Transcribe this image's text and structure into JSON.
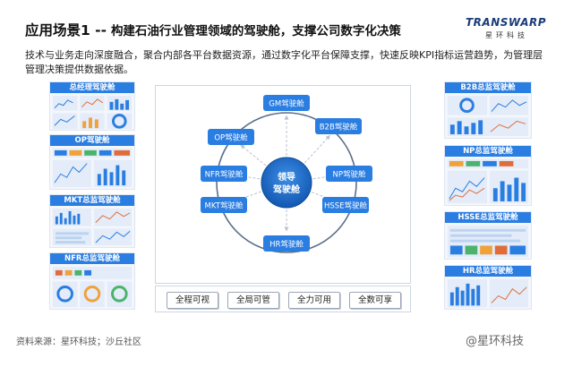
{
  "header": {
    "title_main": "应用场景1 --",
    "title_sub": "构建石油行业管理领域的驾驶舱，支撑公司数字化决策"
  },
  "logo": {
    "word": "TRANSWARP",
    "cn": "星环科技"
  },
  "description": "技术与业务走向深度融合，聚合内部各平台数据资源，通过数字化平台保障支撑，快速反映KPI指标运营趋势，为管理层管理决策提供数据依据。",
  "left_panels": [
    {
      "title": "总经理驾驶舱"
    },
    {
      "title": "OP驾驶舱"
    },
    {
      "title": "MKT总监驾驶舱"
    },
    {
      "title": "NFR总监驾驶舱"
    }
  ],
  "right_panels": [
    {
      "title": "B2B总监驾驶舱"
    },
    {
      "title": "NP总监驾驶舱"
    },
    {
      "title": "HSSE总监驾驶舱"
    },
    {
      "title": "HR总监驾驶舱"
    }
  ],
  "hub": {
    "label_line1": "领导",
    "label_line2": "驾驶舱"
  },
  "nodes": [
    "GM驾驶舱",
    "B2B驾驶舱",
    "NP驾驶舱",
    "HSSE驾驶舱",
    "HR驾驶舱",
    "MKT驾驶舱",
    "NFR驾驶舱",
    "OP驾驶舱"
  ],
  "pillars": [
    "全程可视",
    "全局可管",
    "全力可用",
    "全数可享"
  ],
  "colors": {
    "accent": "#2a7de1",
    "hub": "#1565c0",
    "ring": "#5b6f8c"
  },
  "footer": {
    "source": "资料来源：星环科技；沙丘社区"
  },
  "watermark": "@星环科技"
}
